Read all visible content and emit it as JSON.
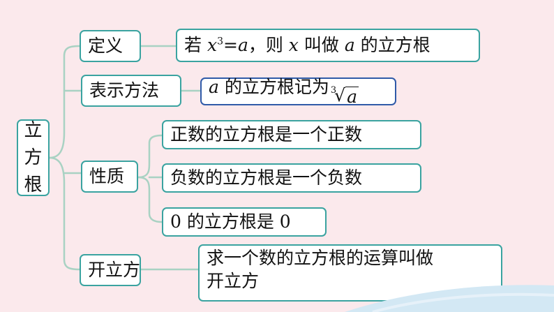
{
  "root": {
    "label": [
      "立",
      "方",
      "根"
    ]
  },
  "nodes": {
    "definition": {
      "label": "定义",
      "content": {
        "p1": "若 ",
        "x1": "x",
        "sup": "3",
        "p2": "=",
        "a1": "a",
        "p3": "，则 ",
        "x2": "x",
        "p4": " 叫做 ",
        "a2": "a",
        "p5": " 的立方根"
      }
    },
    "notation": {
      "label": "表示方法",
      "content": {
        "a": "a",
        "text": " 的立方根记为",
        "index": "3",
        "radical": "√",
        "radicand": "a"
      }
    },
    "properties": {
      "label": "性质",
      "items": [
        "正数的立方根是一个正数",
        "负数的立方根是一个负数",
        "0 的立方根是 0"
      ]
    },
    "cube_root_operation": {
      "label": "开立方",
      "content": [
        "求一个数的立方根的运算叫做",
        "开立方"
      ]
    }
  },
  "colors": {
    "background": "#fbe9ec",
    "border": "#3aa3a0",
    "highlight_border": "#2f5aa8",
    "connector": "#a9d2c3",
    "wave": "#d3e8f4"
  }
}
